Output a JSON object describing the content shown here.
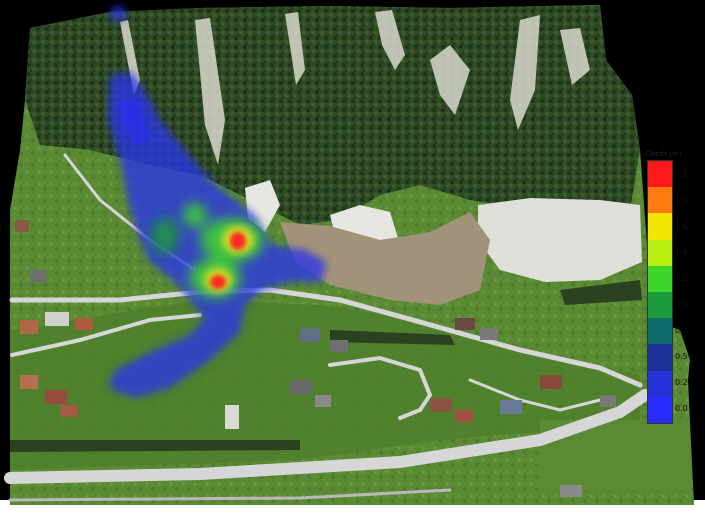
{
  "legend": {
    "title": "Depth (m)",
    "labels": [
      "2.1",
      "1.9",
      "1.6",
      "1.4",
      "1.2",
      "0.9",
      "0.7",
      "0.5",
      "0.2",
      "0.0"
    ],
    "colors": [
      "#ff1a1a",
      "#ff7a10",
      "#f2e600",
      "#b8ee10",
      "#3fd52a",
      "#1a9a3a",
      "#0c6a6a",
      "#1c2f96",
      "#2830d8",
      "#2a2cff"
    ]
  },
  "colors": {
    "background": "#ffffff",
    "mask": "#000000",
    "forest": "#2f4b25",
    "meadow": "#5c8a35",
    "road": "#d7d7d7",
    "sediment": "#9d8f70",
    "rock": "#d8d8cf",
    "flow_blue": "#2b35e8",
    "flow_green": "#45d43a",
    "flow_yellow": "#e8e020",
    "flow_red": "#ff2020"
  }
}
